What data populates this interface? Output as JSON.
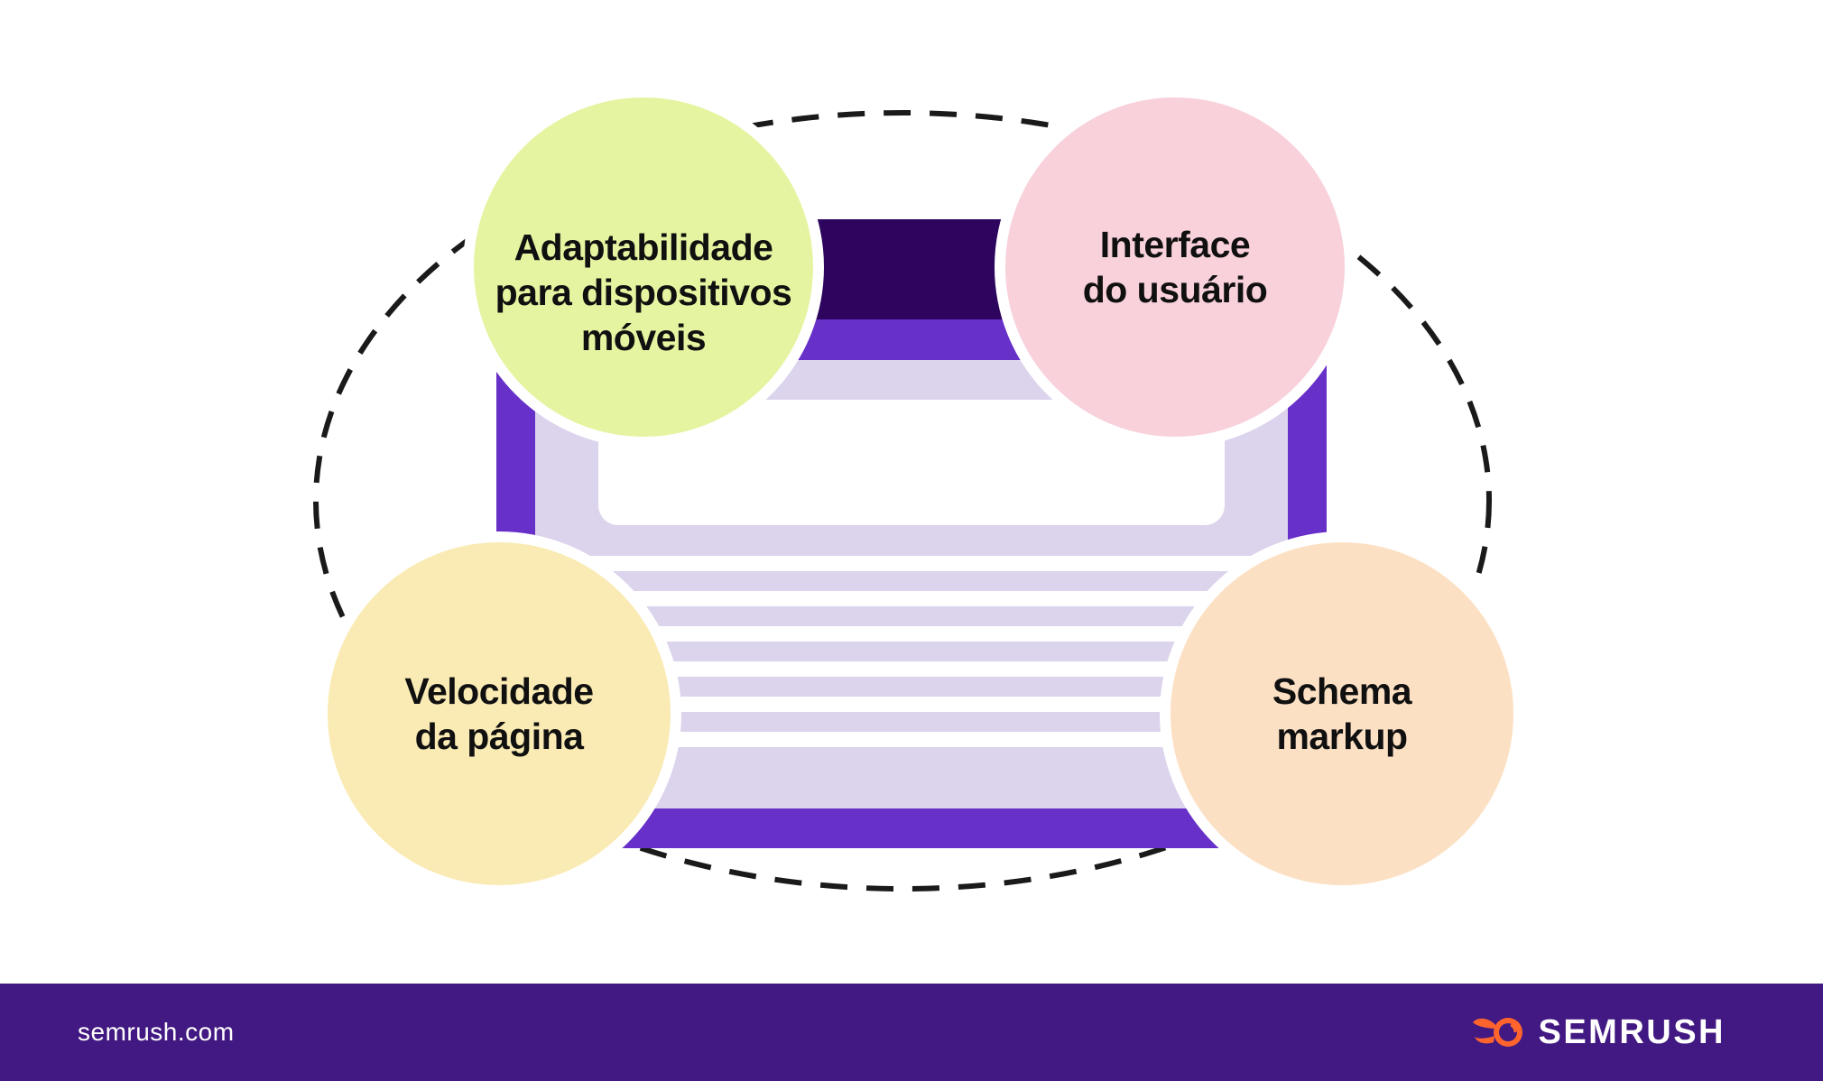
{
  "palette": {
    "frame_purple": "#6730C8",
    "header_dark_purple": "#2E055E",
    "panel_lavender": "#DCD3EC",
    "footer_purple": "#421982",
    "dash_color": "#1A1A1A",
    "brand_orange": "#FF642D",
    "label_text": "#101010"
  },
  "nodes": [
    {
      "key": "mobile-friendliness",
      "label": "Adaptabilidade\npara dispositivos\nmóveis",
      "fill": "#E5F4A0"
    },
    {
      "key": "user-interface",
      "label": "Interface\ndo usuário",
      "fill": "#F8D1DB"
    },
    {
      "key": "page-speed",
      "label": "Velocidade\nda página",
      "fill": "#FAEBB4"
    },
    {
      "key": "schema-markup",
      "label": "Schema\nmarkup",
      "fill": "#FCE0C3"
    }
  ],
  "footer": {
    "website": "semrush.com",
    "brand_wordmark": "SEMRUSH",
    "logo_icon": "semrush-flame-icon"
  }
}
